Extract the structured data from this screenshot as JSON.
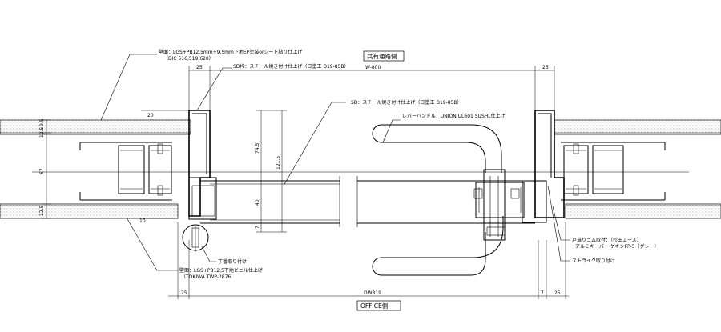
{
  "labels": {
    "corridor_side": "共有通路側",
    "office_side": "OFFICE側",
    "wall_top_line1": "壁面：LGS+PB12.5mm+9.5mm下地EP塗装orシート貼り仕上げ",
    "wall_top_line2": "（DIC 516,519,620）",
    "sd_frame": "SD枠：スチール焼き付け仕上げ（日塗工 D19-85B）",
    "sd_leaf": "SD：スチール焼き付け仕上げ（日塗工 D19-85B）",
    "lever_handle": "レバーハンドル：UNION UL601 SUSHL仕上げ",
    "hinge": "丁番取り付け",
    "wall_bottom_line1": "壁面：LGS+PB12.5下地ビニル仕上げ",
    "wall_bottom_line2": "（TOKIWA TWP-2876）",
    "door_stop_line1": "戸当りゴム取付：（杉田エース）",
    "door_stop_line2": "アルミキーパー ゲキンFP-5（グレー）",
    "strike": "ストライク取り付け"
  },
  "dimensions": {
    "top_left_25": "25",
    "top_w800": "W-800",
    "top_right_25": "25",
    "left_12_5a": "12.5",
    "left_9_5": "9.5",
    "left_67": "67",
    "left_12_5b": "12.5",
    "v_74_5": "74.5",
    "v_121_5": "121.5",
    "v_40": "40",
    "v_7": "7",
    "s_20": "20",
    "s_10": "10",
    "bottom_left_25": "25",
    "bottom_dw819": "DW819",
    "bottom_7": "7",
    "bottom_right_25": "25"
  }
}
